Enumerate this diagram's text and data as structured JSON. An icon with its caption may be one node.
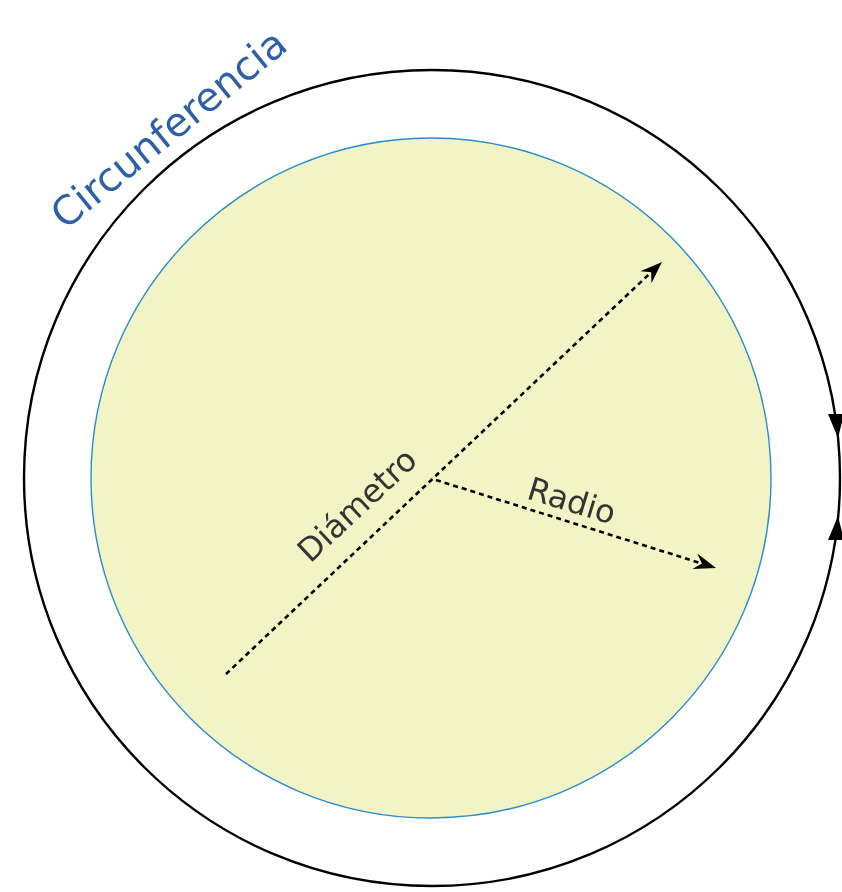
{
  "diagram": {
    "labels": [
      "Circunferencia",
      "Diámetro",
      "Radio"
    ]
  }
}
